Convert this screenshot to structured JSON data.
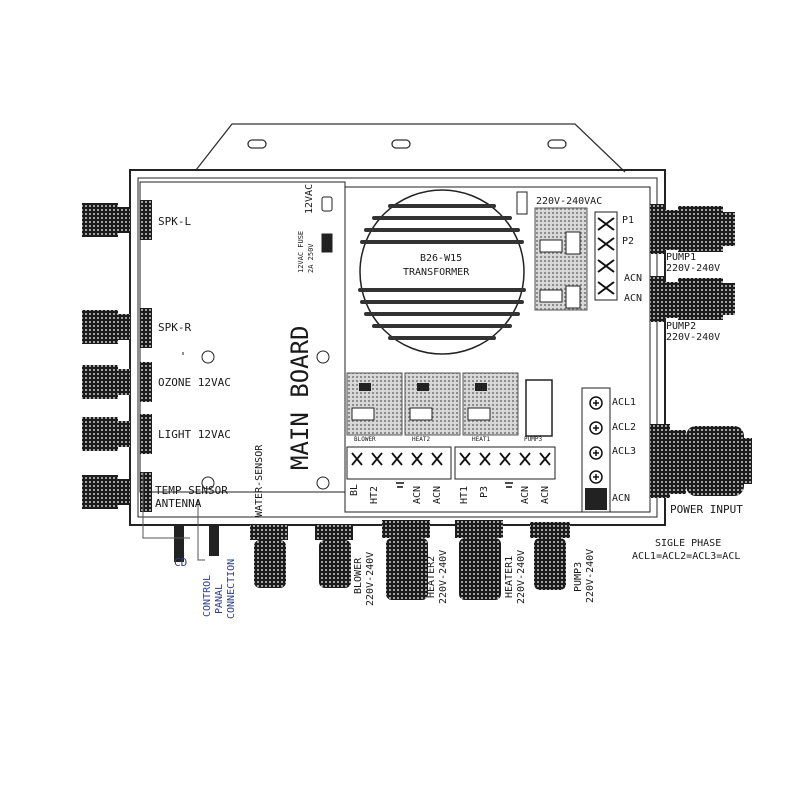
{
  "main_board": "MAIN BOARD",
  "transformer": {
    "line1": "B26-W15",
    "line2": "TRANSFORMER"
  },
  "top_supply": "220V-240VAC",
  "fuse": {
    "line1": "12VAC FUSE",
    "line2": "2A 250V",
    "supply": "12VAC"
  },
  "left_ports": [
    "SPK-L",
    "SPK-R",
    "OZONE 12VAC",
    "LIGHT 12VAC",
    "TEMP SENSOR",
    "ANTENNA"
  ],
  "cd": "CD",
  "control_panel": {
    "line1": "CONTROL",
    "line2": "PANAL",
    "line3": "CONNECTION"
  },
  "water_sensor": "WATER-SENSOR",
  "relays": [
    "BLOWER",
    "HEAT2",
    "HEAT1",
    "PUMP3"
  ],
  "terminals": [
    "BL",
    "HT2",
    "ACN",
    "ACN",
    "HT1",
    "P3",
    "ACN",
    "ACN"
  ],
  "bottom_ports": [
    {
      "name": "BLOWER",
      "v": "220V-240V"
    },
    {
      "name": "HEATER2",
      "v": "220V-240V"
    },
    {
      "name": "HEATER1",
      "v": "220V-240V"
    },
    {
      "name": "PUMP3",
      "v": "220V-240V"
    }
  ],
  "pump_terminals": [
    "P1",
    "P2",
    "ACN",
    "ACN"
  ],
  "pump1": {
    "name": "PUMP1",
    "v": "220V-240V"
  },
  "pump2": {
    "name": "PUMP2",
    "v": "220V-240V"
  },
  "acl_labels": [
    "ACL1",
    "ACL2",
    "ACL3",
    "ACN"
  ],
  "power_input": "POWER INPUT",
  "phase": {
    "line1": "SIGLE PHASE",
    "line2": "ACL1=ACL2=ACL3=ACL"
  }
}
